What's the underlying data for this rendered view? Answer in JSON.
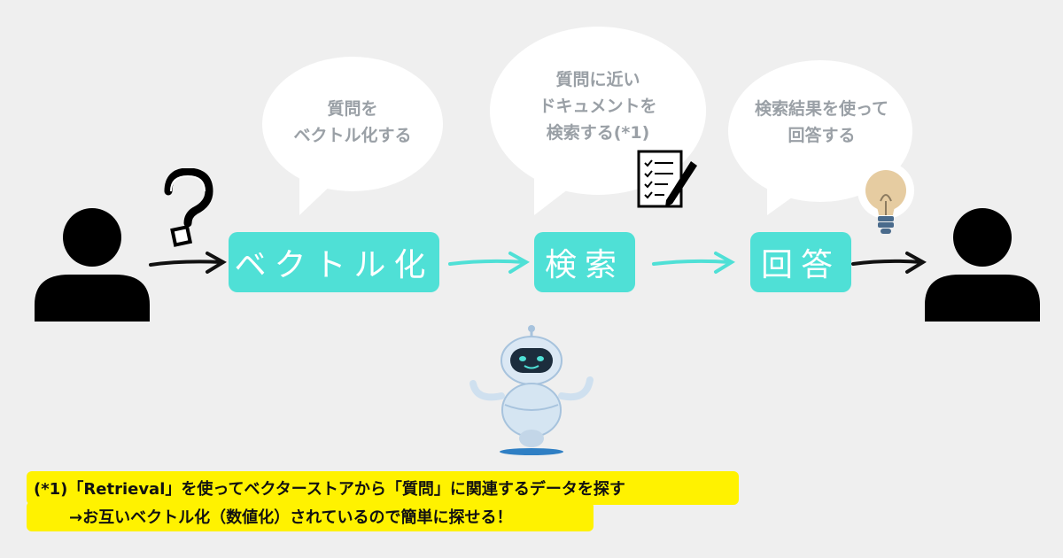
{
  "bubbles": {
    "vectorize": "質問を\nベクトル化する",
    "search": "質問に近い\nドキュメントを\n検索する(*1)",
    "answer": "検索結果を使って\n回答する"
  },
  "steps": {
    "vectorize": "ベクトル化",
    "search": "検索",
    "answer": "回答"
  },
  "icons": {
    "question": "question-mark-icon",
    "document": "document-pen-icon",
    "bulb": "lightbulb-icon",
    "user_left": "user-icon",
    "user_right": "user-icon",
    "robot": "robot-icon"
  },
  "colors": {
    "step_box": "#4fe0d6",
    "bubble": "#ffffff",
    "bubble_text": "#9aa0a6",
    "note_bg": "#fff200",
    "arrow_dark": "#111111",
    "arrow_teal": "#4fe0d6"
  },
  "note": {
    "line1": "(*1)「Retrieval」を使ってベクターストアから「質問」に関連するデータを探す",
    "line2": "→お互いベクトル化（数値化）されているので簡単に探せる！"
  }
}
